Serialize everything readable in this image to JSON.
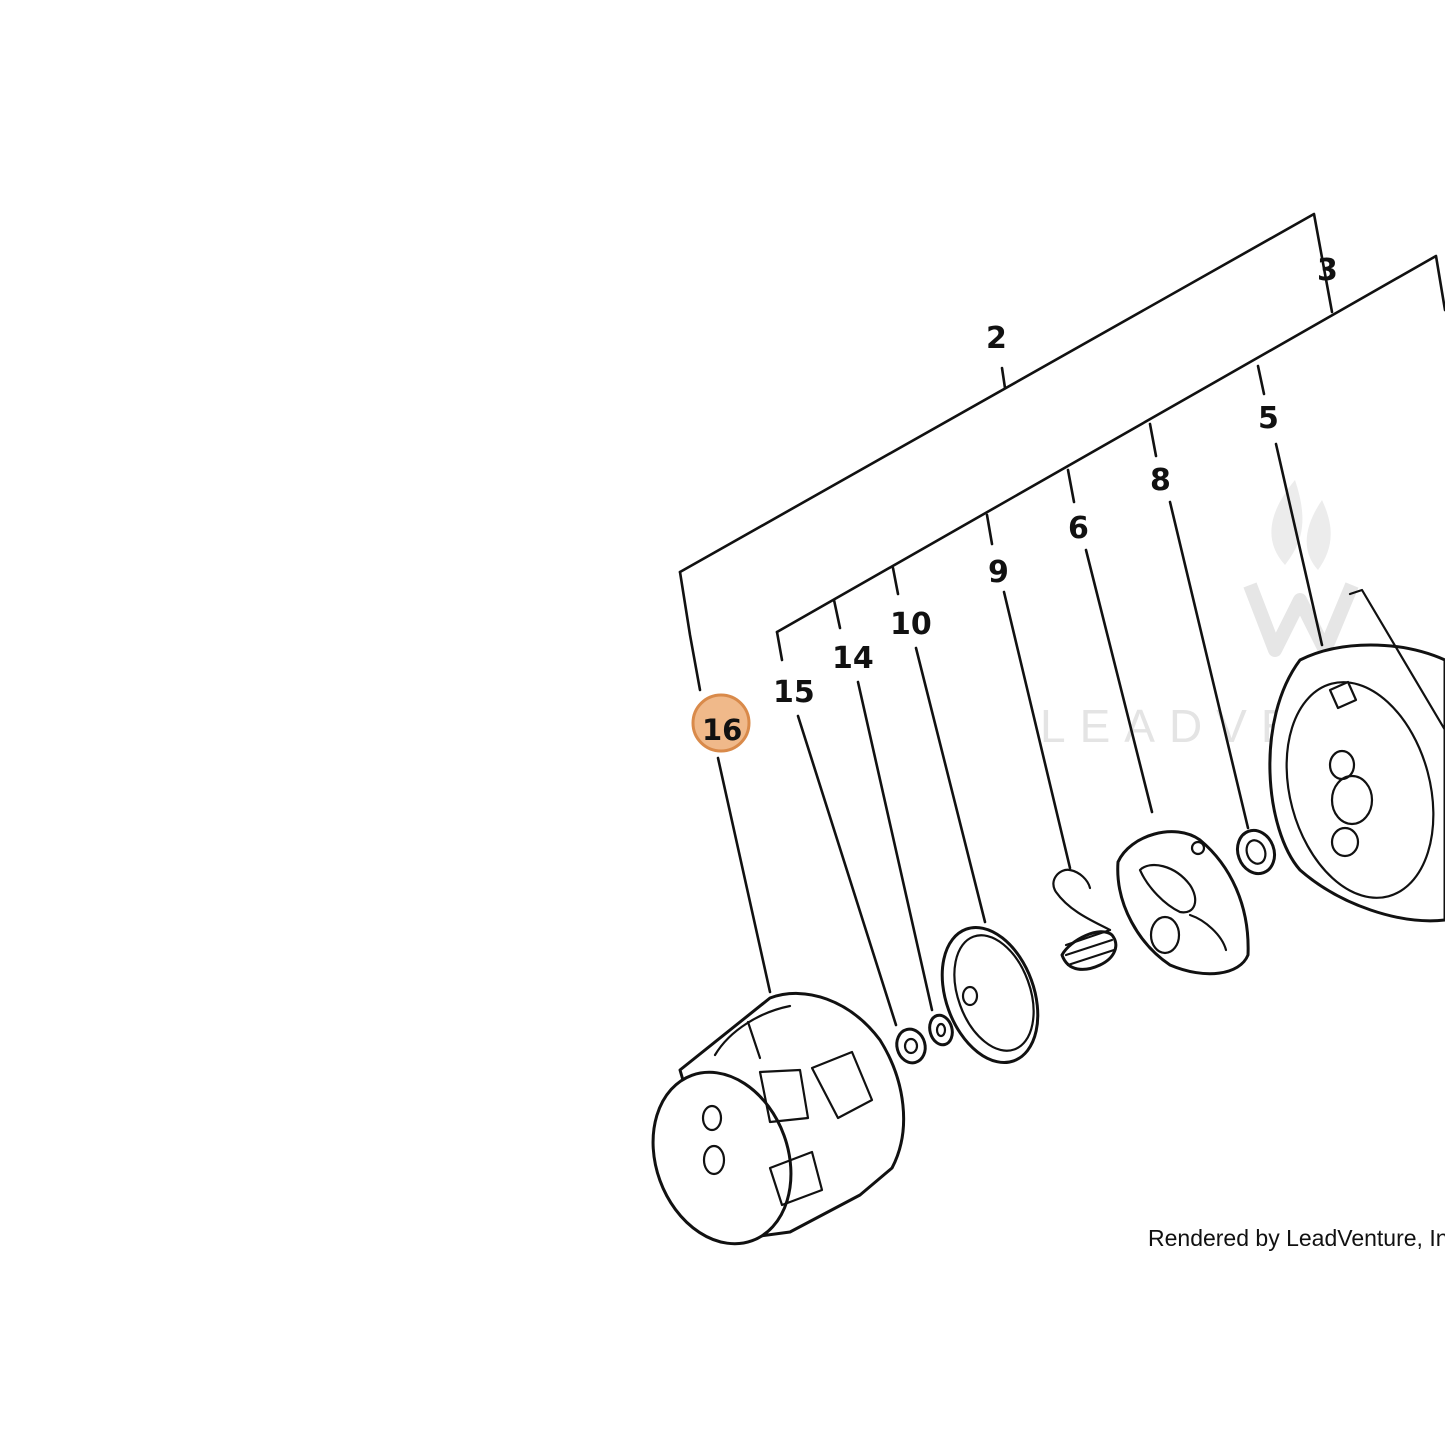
{
  "diagram": {
    "callouts": {
      "c2": "2",
      "c3": "3",
      "c5": "5",
      "c8": "8",
      "c6": "6",
      "c9": "9",
      "c10": "10",
      "c14": "14",
      "c15": "15",
      "c16": "16"
    },
    "highlighted_callout": "16",
    "highlight_color": "#d98a4a",
    "highlight_fill": "#f0b98a",
    "watermark_text": "LEADVENTURE",
    "watermark_color": "#e4e4e4",
    "credit": "Rendered by LeadVenture, Inc"
  }
}
